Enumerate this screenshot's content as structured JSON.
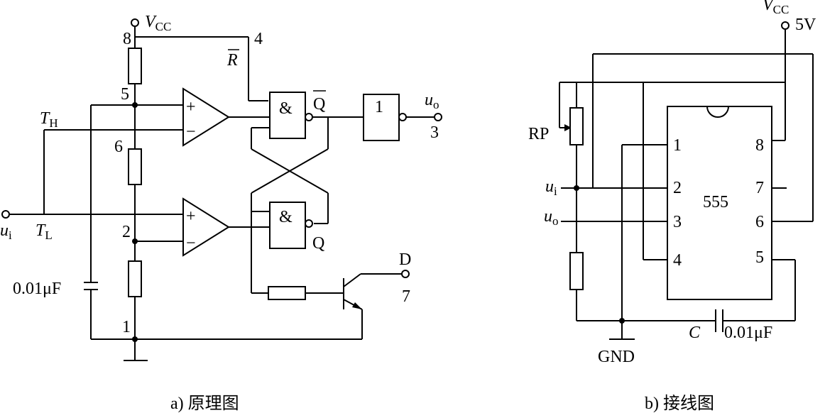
{
  "left": {
    "vcc": "V",
    "vcc_sub": "CC",
    "pin8": "8",
    "pin4": "4",
    "r_bar": "R",
    "pin5": "5",
    "th": "T",
    "th_sub": "H",
    "pin6": "6",
    "plus": "+",
    "minus": "−",
    "and": "&",
    "qbar": "Q",
    "not": "1",
    "uo": "u",
    "uo_sub": "o",
    "pin3": "3",
    "ui": "u",
    "ui_sub": "i",
    "tl": "T",
    "tl_sub": "L",
    "pin2": "2",
    "q": "Q",
    "cap": "0.01μF",
    "d": "D",
    "pin7": "7",
    "pin1": "1",
    "caption": "a) 原理图"
  },
  "right": {
    "vcc": "V",
    "vcc_sub": "CC",
    "vcc_val": "5V",
    "rp": "RP",
    "ui": "u",
    "ui_sub": "i",
    "uo": "u",
    "uo_sub": "o",
    "chip": "555",
    "p1": "1",
    "p2": "2",
    "p3": "3",
    "p4": "4",
    "p5": "5",
    "p6": "6",
    "p7": "7",
    "p8": "8",
    "cap_c": "C",
    "cap_val": "0.01μF",
    "gnd": "GND",
    "caption": "b) 接线图"
  }
}
